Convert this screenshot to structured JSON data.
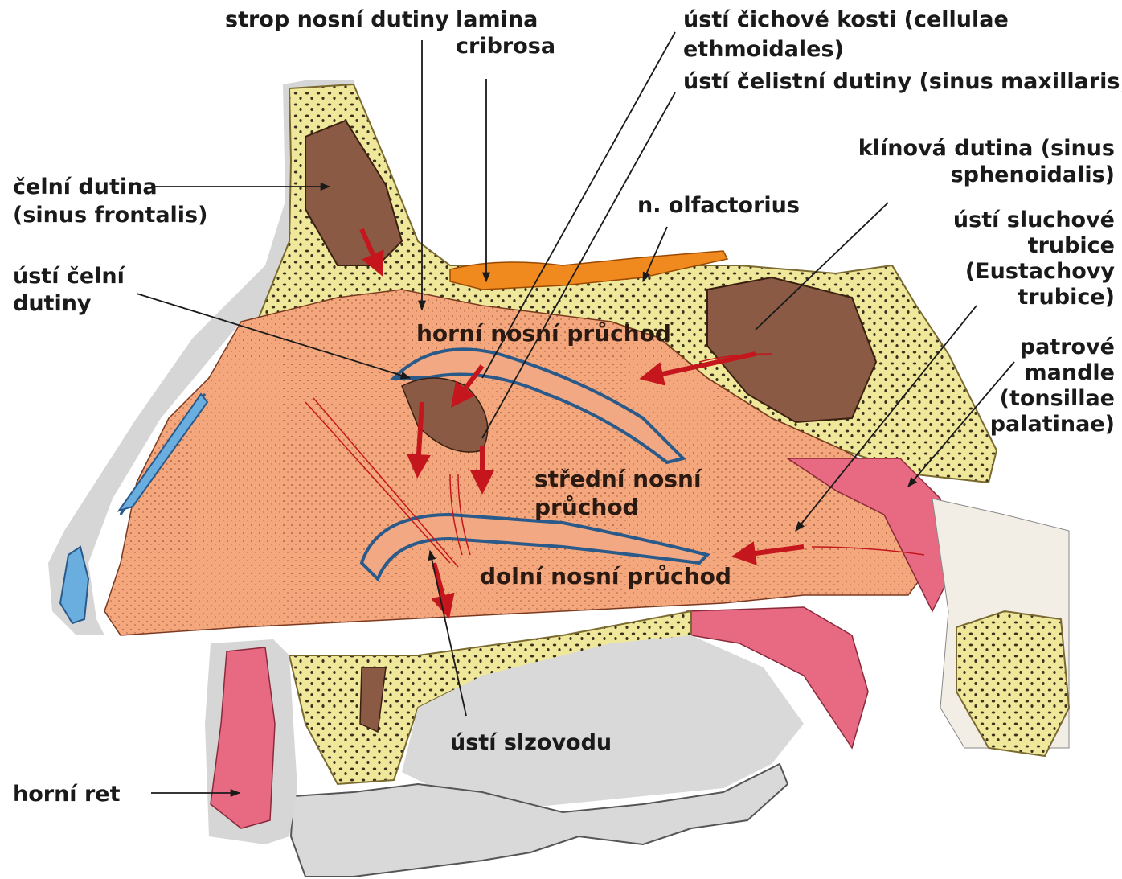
{
  "labels": {
    "strop": "strop nosní dutiny",
    "lamina_1": "lamina",
    "lamina_2": "cribrosa",
    "cichove_1": "ústí čichové kosti (cellulae",
    "cichove_2": "ethmoidales)",
    "celistni": "ústí čelistní dutiny (sinus  maxillaris)",
    "klinova_1": "klínová dutina (sinus",
    "klinova_2": "sphenoidalis)",
    "celni_1": "čelní dutina",
    "celni_2": "(sinus frontalis)",
    "olfactorius": "n. olfactorius",
    "sluchove_1": "ústí  sluchové",
    "sluchove_2": "trubice",
    "sluchove_3": "(Eustachovy",
    "sluchove_4": "trubice)",
    "usti_celni_1": "ústí čelní",
    "usti_celni_2": "dutiny",
    "patrove_1": "patrové",
    "patrove_2": "mandle",
    "patrove_3": "(tonsillae",
    "patrove_4": "palatinae)",
    "horni_pruchod": "horní nosní průchod",
    "stredni_1": "střední nosní",
    "stredni_2": "průchod",
    "dolni_pruchod": "dolní nosní průchod",
    "slzovod": "ústí slzovodu",
    "horni_ret": "horní ret"
  },
  "colors": {
    "mucosa": "#f4a67c",
    "bone": "#efe79a",
    "cavity": "#8a5a44",
    "cartilage": "#6aaee0",
    "muscle": "#e86a82",
    "nerve": "#f08a1e",
    "teeth": "#d9d9d9",
    "arrow": "#c4161c"
  }
}
